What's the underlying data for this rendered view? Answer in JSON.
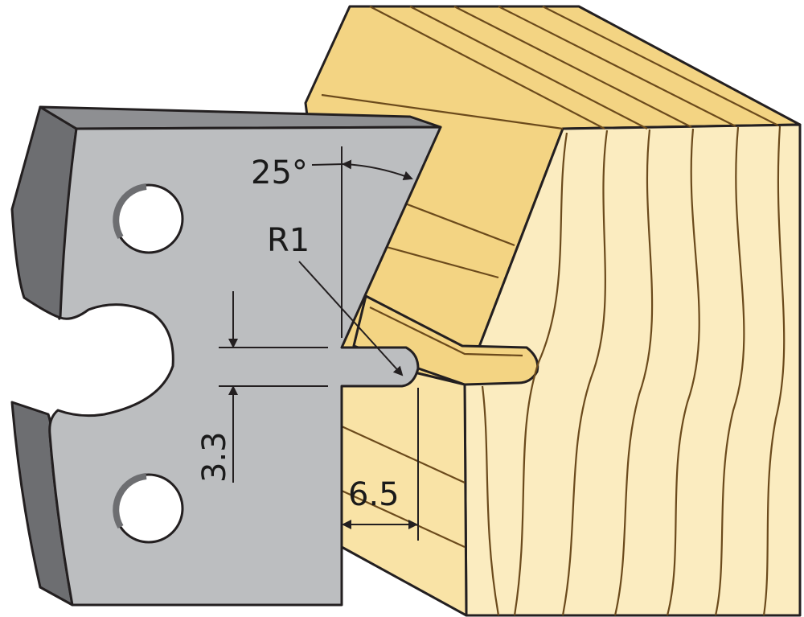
{
  "colors": {
    "wood_top": "#f3d483",
    "wood_side": "#f9e3a6",
    "wood_front": "#fbecc0",
    "wood_grain": "#6b4a1c",
    "knife_face": "#bcbec0",
    "knife_edge": "#6d6e71",
    "outline": "#231f20"
  },
  "labels": {
    "angle": "25°",
    "radius": "R1",
    "height": "3.3",
    "depth": "6.5"
  }
}
